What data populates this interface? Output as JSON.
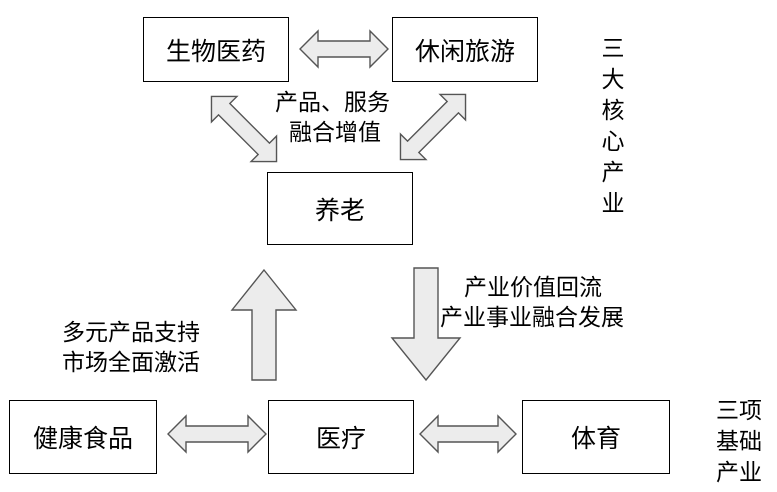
{
  "nodes": {
    "bio": "生物医药",
    "leisure": "休闲旅游",
    "elderly": "养老",
    "medical": "医疗",
    "food": "健康食品",
    "sports": "体育"
  },
  "labels": {
    "top_line1": "产品、服务",
    "top_line2": "融合增值",
    "left_line1": "多元产品支持",
    "left_line2": "市场全面激活",
    "right_line1": "产业价值回流",
    "right_line2": "产业事业融合发展"
  },
  "side_labels": {
    "core": [
      "三",
      "大",
      "核",
      "心",
      "产",
      "业"
    ],
    "base": [
      "三项",
      "基础",
      "产业"
    ]
  }
}
